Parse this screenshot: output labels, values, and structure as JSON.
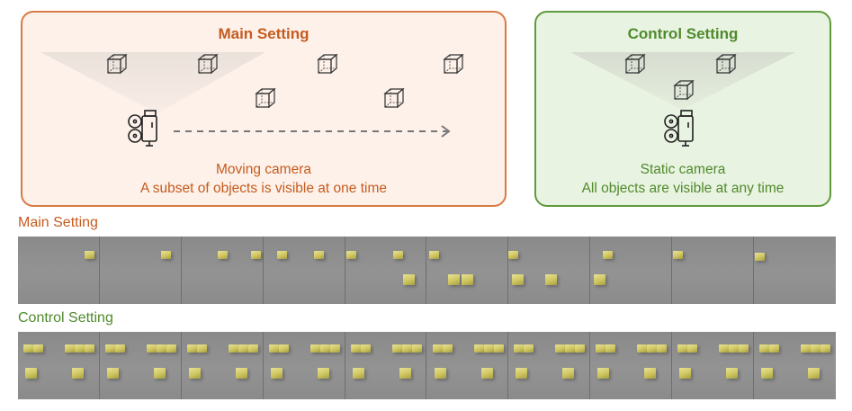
{
  "colors": {
    "main_accent": "#c65b1e",
    "main_border": "#d77b45",
    "main_fill": "#fdf1ea",
    "control_accent": "#4f8a2c",
    "control_border": "#5f9a3c",
    "control_fill": "#e9f3e1",
    "strip_bg": "#8d8d8d",
    "object_yellow": "#d8cf6a"
  },
  "main_panel": {
    "title": "Main Setting",
    "caption_line1": "Moving camera",
    "caption_line2": "A subset of objects is visible at one time",
    "icons": [
      "cube-icon",
      "video-camera-icon",
      "dashed-arrow-icon"
    ]
  },
  "control_panel": {
    "title": "Control Setting",
    "caption_line1": "Static camera",
    "caption_line2": "All objects are visible at any time",
    "icons": [
      "cube-icon",
      "video-camera-icon"
    ]
  },
  "main_strip": {
    "label": "Main Setting",
    "frame_count": 10
  },
  "control_strip": {
    "label": "Control Setting",
    "frame_count": 10
  }
}
